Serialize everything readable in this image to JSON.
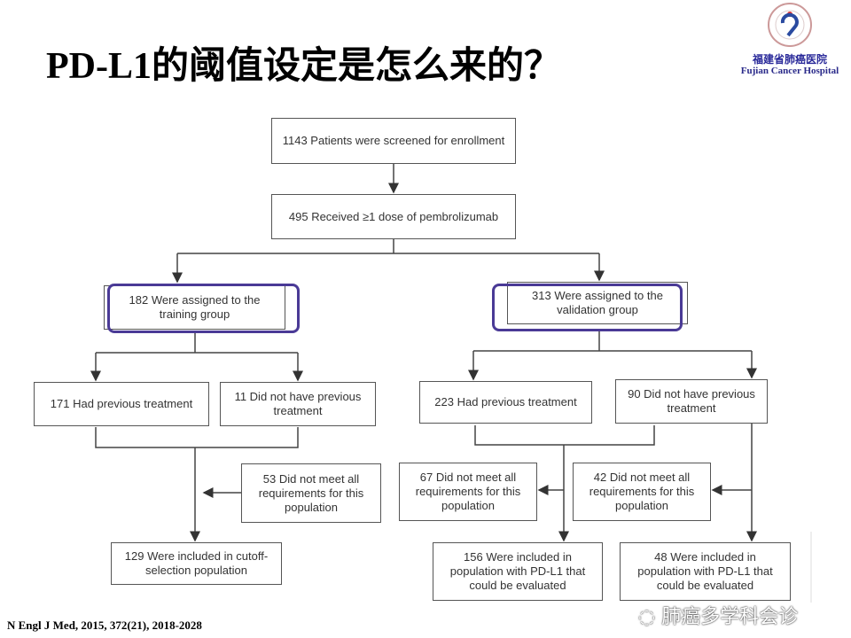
{
  "title": "PD-L1的阈值设定是怎么来的？",
  "logo": {
    "cn": "福建省肺癌医院",
    "en": "Fujian Cancer Hospital"
  },
  "boxes": {
    "screened": "1143 Patients were screened for enrollment",
    "received": "495 Received ≥1 dose of pembrolizumab",
    "training": "182 Were assigned to the training group",
    "validation": "313 Were assigned to the validation group",
    "train_prev": "171 Had previous treatment",
    "train_noprev": "11 Did not have previous treatment",
    "val_prev": "223 Had previous treatment",
    "val_noprev": "90 Did not have previous treatment",
    "train_excl": "53 Did not meet all requirements for this population",
    "train_incl": "129 Were included in cutoff-selection population",
    "val_prev_excl": "67 Did not meet all requirements for this population",
    "val_noprev_excl": "42 Did not meet all requirements for this population",
    "val_prev_incl": "156 Were included in population with PD-L1 that could be evaluated",
    "val_noprev_incl": "48 Were included in population with PD-L1 that could be evaluated"
  },
  "highlight_color": "#4a3a96",
  "citation": "N Engl J Med, 2015, 372(21), 2018-2028",
  "watermark": "肺癌多学科会诊"
}
